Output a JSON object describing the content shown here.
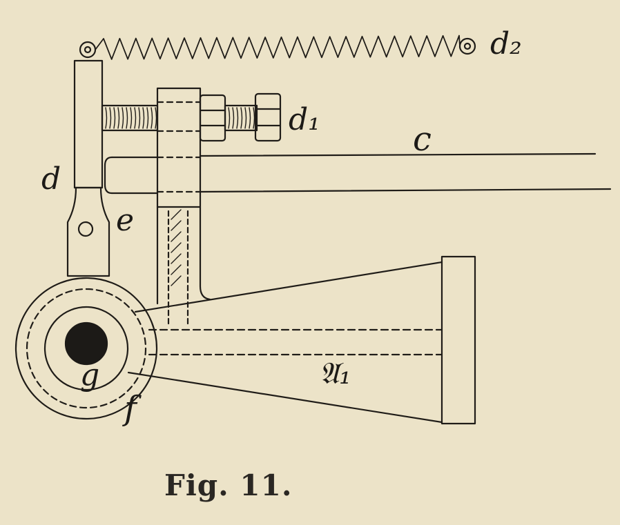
{
  "figure": {
    "caption": "Fig. 11.",
    "labels": {
      "d2": "d₂",
      "d1": "d₁",
      "c": "c",
      "d": "d",
      "e": "e",
      "g": "g",
      "f": "f",
      "a1": "𝔄₁"
    }
  }
}
